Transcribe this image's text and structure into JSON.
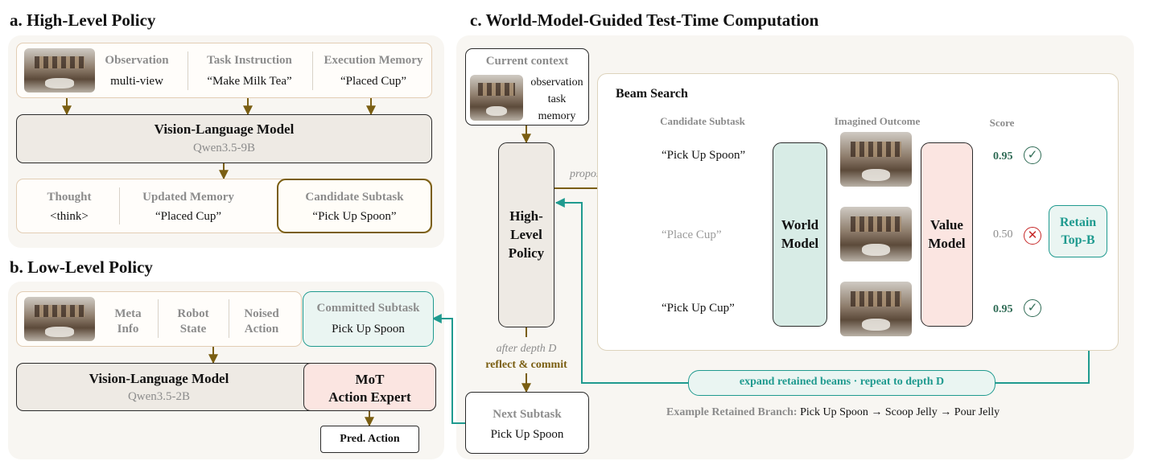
{
  "colors": {
    "olive": "#7a5e12",
    "teal": "#1f9a8f",
    "gray_arrow": "#9a9a9a",
    "panel_bg": "#f8f6f2",
    "check_green": "#2f6b55",
    "cross_red": "#c62828"
  },
  "section_a": {
    "title": "a. High-Level Policy",
    "observation": {
      "label": "Observation",
      "value": "multi-view"
    },
    "task_instruction": {
      "label": "Task Instruction",
      "value": "“Make Milk Tea”"
    },
    "execution_memory": {
      "label": "Execution Memory",
      "value": "“Placed Cup”"
    },
    "vlm": {
      "title": "Vision-Language Model",
      "model": "Qwen3.5-9B"
    },
    "thought": {
      "label": "Thought",
      "value": "<think>"
    },
    "updated_memory": {
      "label": "Updated Memory",
      "value": "“Placed Cup”"
    },
    "candidate_subtask": {
      "label": "Candidate Subtask",
      "value": "“Pick Up Spoon”"
    }
  },
  "section_b": {
    "title": "b. Low-Level Policy",
    "meta_info": [
      "Meta",
      "Info"
    ],
    "robot_state": [
      "Robot",
      "State"
    ],
    "noised_action": [
      "Noised",
      "Action"
    ],
    "committed_subtask": {
      "label": "Committed Subtask",
      "value": "Pick Up Spoon"
    },
    "vlm": {
      "title": "Vision-Language Model",
      "model": "Qwen3.5-2B"
    },
    "mot": [
      "MoT",
      "Action Expert"
    ],
    "pred_action": "Pred. Action"
  },
  "section_c": {
    "title": "c. World-Model-Guided Test-Time Computation",
    "current_context": {
      "label": "Current context",
      "items": [
        "observation",
        "task",
        "memory"
      ]
    },
    "high_level_policy": [
      "High-",
      "Level",
      "Policy"
    ],
    "propose": "propose",
    "after_depth": "after depth D",
    "reflect_commit": "reflect & commit",
    "next_subtask": {
      "label": "Next Subtask",
      "value": "Pick Up Spoon"
    },
    "beam_search": {
      "title": "Beam Search",
      "col_candidate": "Candidate Subtask",
      "col_imagined": "Imagined Outcome",
      "col_score": "Score",
      "candidates": [
        {
          "text": "“Pick Up Spoon”",
          "score": "0.95",
          "retained": true
        },
        {
          "text": "“Place Cup”",
          "score": "0.50",
          "retained": false
        },
        {
          "text": "“Pick Up Cup”",
          "score": "0.95",
          "retained": true
        }
      ],
      "world_model": [
        "World",
        "Model"
      ],
      "value_model": [
        "Value",
        "Model"
      ],
      "retain": [
        "Retain",
        "Top-B"
      ]
    },
    "expand_label": "expand retained beams · repeat to depth D",
    "example": {
      "label": "Example Retained Branch:",
      "path": "Pick Up Spoon → Scoop Jelly → Pour Jelly"
    }
  }
}
